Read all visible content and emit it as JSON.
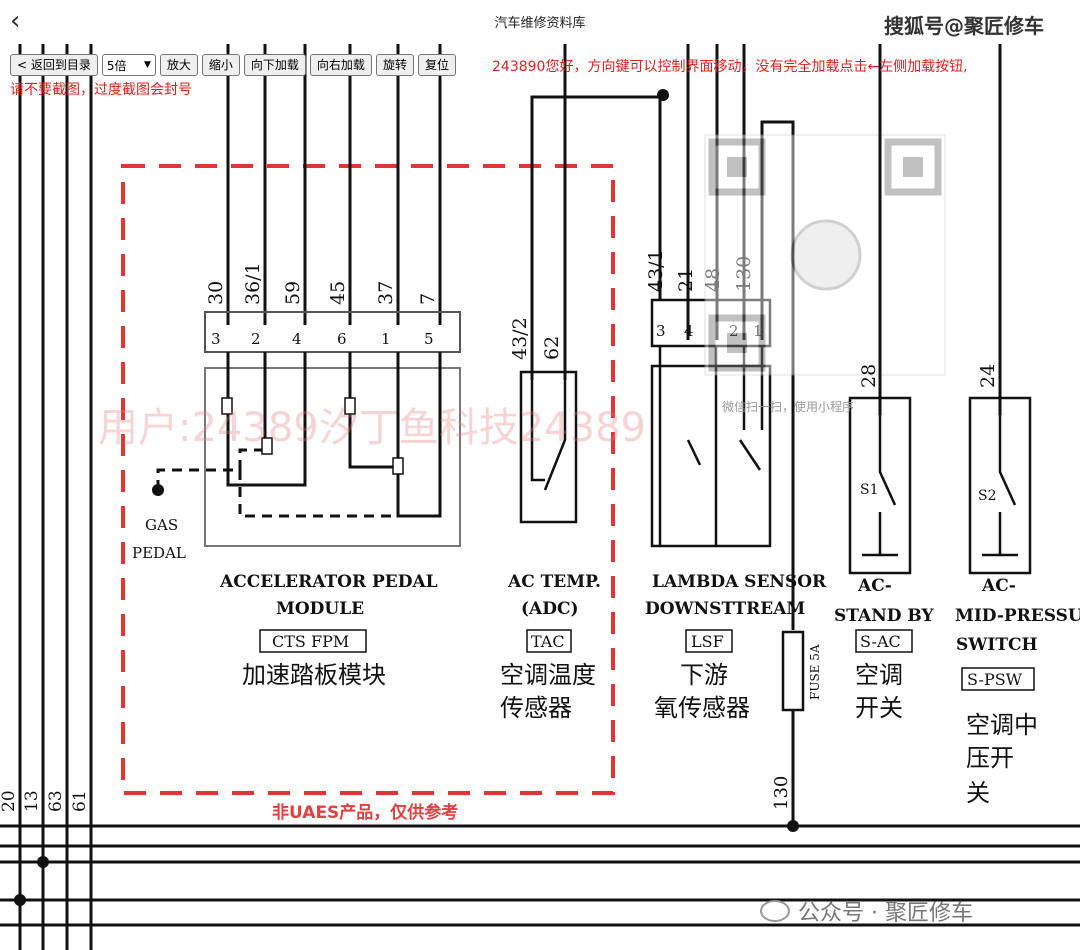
{
  "app": {
    "title": "汽车维修资料库",
    "back_icon": "chevron-left-icon",
    "back_glyph": "‹"
  },
  "toolbar": {
    "back_to_toc": "< 返回到目录",
    "zoom_value": "5倍",
    "zoom_in": "放大",
    "zoom_out": "缩小",
    "load_down": "向下加载",
    "load_right": "向右加载",
    "rotate": "旋转",
    "reset": "复位"
  },
  "notices": {
    "line1": "243890您好，方向键可以控制界面移动，没有完全加载点击←左侧加载按钮,",
    "line2": "请不要截图，过度截图会封号"
  },
  "watermarks": {
    "sohu": "搜狐号@聚匠修车",
    "user": "用户:24389汐丁鱼科技24389",
    "wechat": "公众号 · 聚匠修车",
    "scan_hint": "微信扫一扫，使用小程序",
    "disclaimer": "非UAES产品，仅供参考"
  },
  "diagram": {
    "accel": {
      "wires": [
        "30",
        "36/1",
        "59",
        "45",
        "37",
        "7"
      ],
      "pins": [
        "3",
        "2",
        "4",
        "6",
        "1",
        "5"
      ],
      "title1": "ACCELERATOR PEDAL",
      "title2": "MODULE",
      "code": "CTS FPM",
      "cn": "加速踏板模块",
      "gas1": "GAS",
      "gas2": "PEDAL"
    },
    "actemp": {
      "wires": [
        "43/2",
        "62"
      ],
      "title1": "AC TEMP.",
      "title2": "(ADC)",
      "code": "TAC",
      "cn1": "空调温度",
      "cn2": "传感器"
    },
    "lambda": {
      "wires": [
        "43/1",
        "21",
        "48",
        "130"
      ],
      "pins": [
        "3",
        "4",
        "2",
        "1"
      ],
      "title1": "LAMBDA SENSOR",
      "title2": "DOWNSTTREAM",
      "code": "LSF",
      "cn1": "下游",
      "cn2": "氧传感器",
      "fuse": "FUSE 5A",
      "wire_bottom": "130"
    },
    "standby": {
      "wire": "28",
      "switch": "S1",
      "title1": "AC-",
      "title2": "STAND BY",
      "code": "S-AC",
      "cn1": "空调",
      "cn2": "开关"
    },
    "midp": {
      "wire": "24",
      "switch": "S2",
      "title1": "AC-",
      "title2": "MID-PRESSURE",
      "title3": "SWITCH",
      "code": "S-PSW",
      "cn1": "空调中",
      "cn2": "压开",
      "cn3": "关"
    },
    "left_wires": [
      "20",
      "13",
      "63",
      "61"
    ]
  },
  "colors": {
    "notice": "#e02020",
    "dashed_box": "#e03535",
    "wire": "#111111"
  }
}
